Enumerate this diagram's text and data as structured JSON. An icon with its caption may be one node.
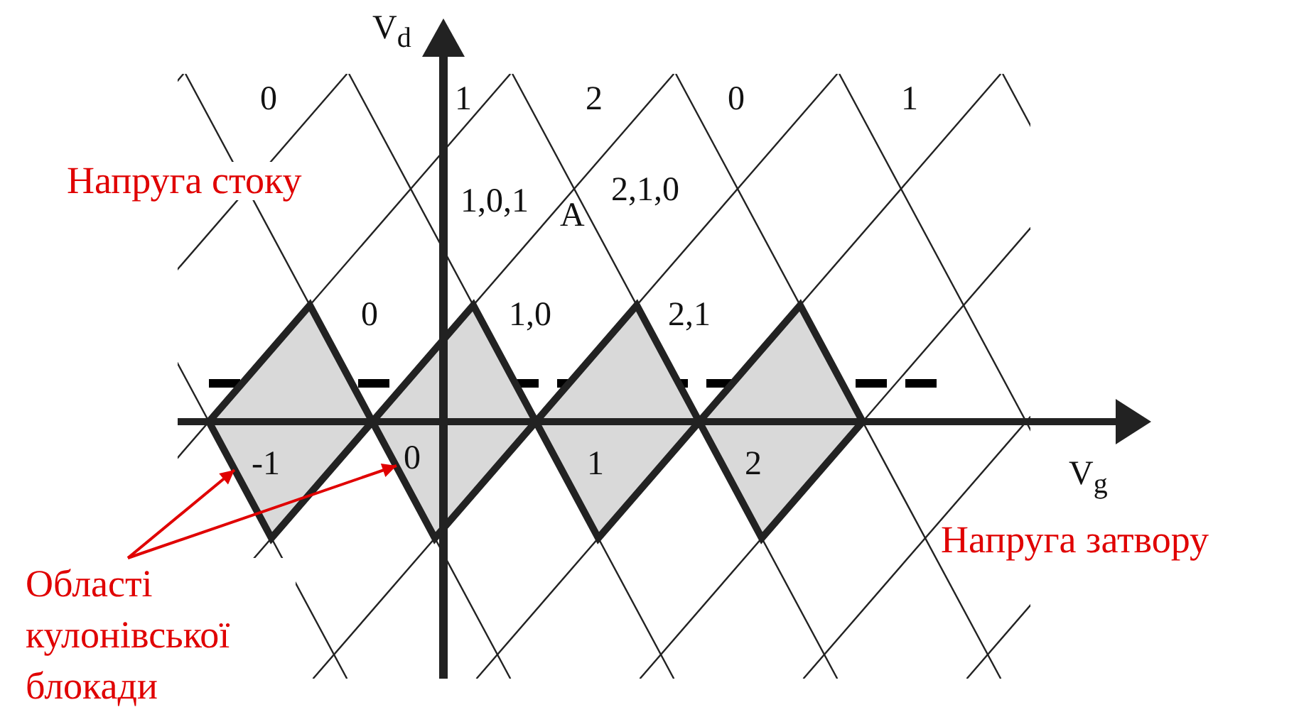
{
  "diagram": {
    "nodes": [
      {
        "text": [
          "-1"
        ]
      },
      {
        "text": [
          "0"
        ]
      },
      {
        "text": [
          "1"
        ]
      },
      {
        "text": [
          "2"
        ]
      },
      {
        "text": [
          "Області кулонівської блокади"
        ]
      }
    ],
    "edges": [
      {
        "from": 4,
        "to": 0,
        "arrow": "to"
      },
      {
        "from": 4,
        "to": 1,
        "arrow": "to"
      }
    ],
    "labels": [
      "V$_{d}$",
      "0",
      "1",
      "2",
      "0",
      "1",
      "Напруга стоку",
      "1,0,1",
      "A",
      "2,1,0",
      "0",
      "1,0",
      "2,1",
      "V$_{g}$",
      "Напруга затвору"
    ]
  }
}
